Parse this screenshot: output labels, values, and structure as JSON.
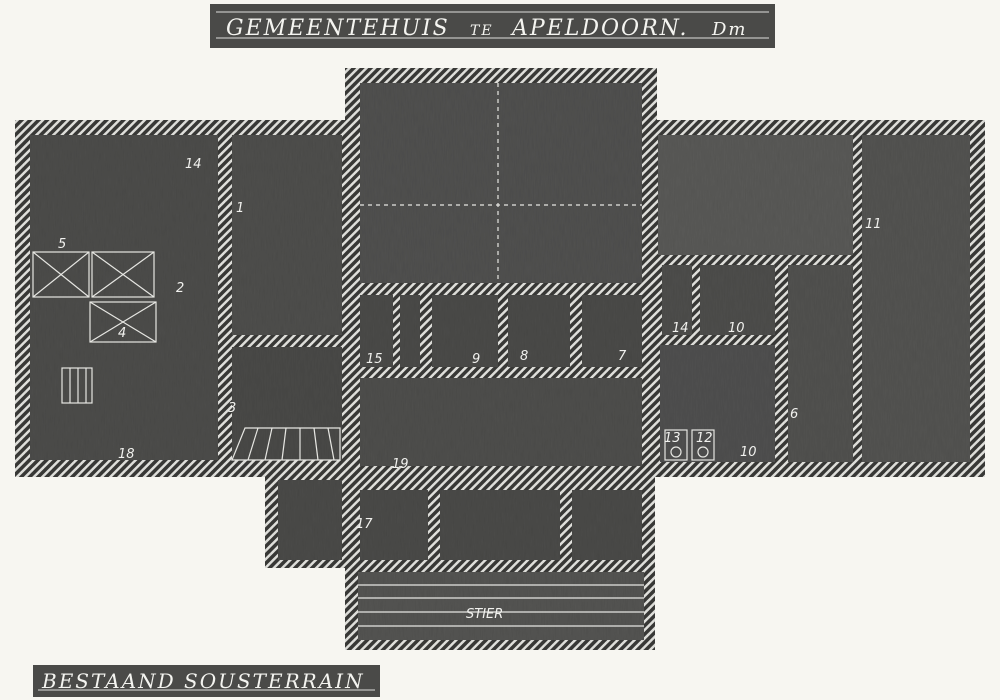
{
  "title": {
    "main": "GEMEENTEHUIS",
    "connector": "TE",
    "city": "APELDOORN.",
    "signature": "Dm"
  },
  "subtitle": "BESTAAND SOUSTERRAIN",
  "plan": {
    "stair_label": "STIER",
    "room_labels": [
      "14",
      "1",
      "5",
      "2",
      "4",
      "3",
      "18",
      "15",
      "9",
      "8",
      "7",
      "19",
      "17",
      "14",
      "10",
      "11",
      "13",
      "12",
      "10",
      "6"
    ]
  },
  "colors": {
    "paper": "#f7f6f1",
    "fill": "#4d4d4b",
    "lines": "#ecece8"
  }
}
